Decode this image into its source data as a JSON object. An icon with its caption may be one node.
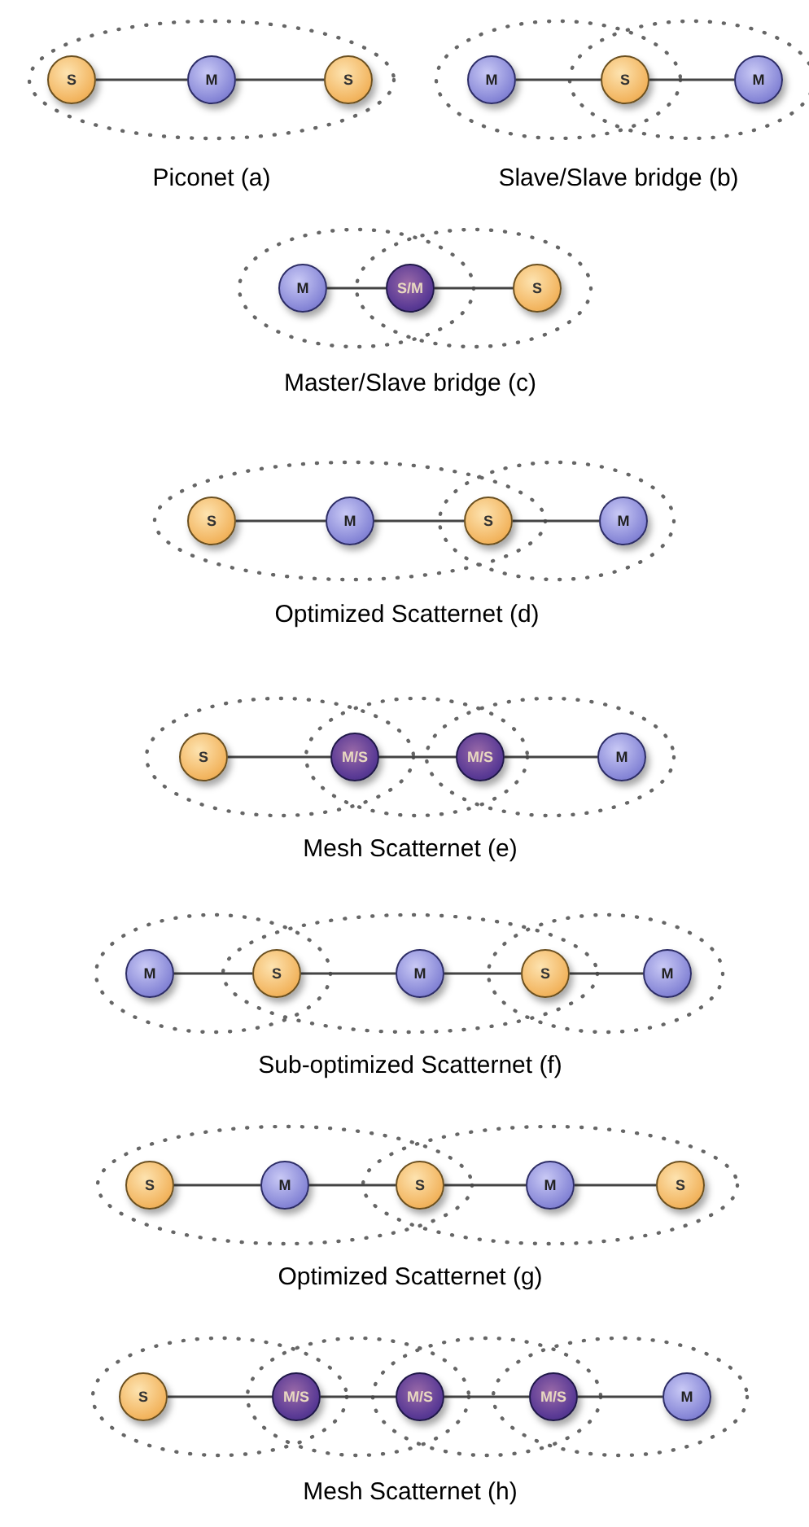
{
  "diagram": {
    "nodes": [
      {
        "text": [
          "S"
        ]
      },
      {
        "text": [
          "M"
        ]
      },
      {
        "text": [
          "S"
        ]
      },
      {
        "text": [
          "M"
        ]
      },
      {
        "text": [
          "S"
        ]
      },
      {
        "text": [
          "M"
        ]
      },
      {
        "text": [
          "M"
        ]
      },
      {
        "text": [
          "S/M"
        ]
      },
      {
        "text": [
          "S"
        ]
      },
      {
        "text": [
          "S"
        ]
      },
      {
        "text": [
          "M"
        ]
      },
      {
        "text": [
          "S"
        ]
      },
      {
        "text": [
          "M"
        ]
      },
      {
        "text": [
          "S"
        ]
      },
      {
        "text": [
          "M/S"
        ]
      },
      {
        "text": [
          "M/S"
        ]
      },
      {
        "text": [
          "M"
        ]
      },
      {
        "text": [
          "M"
        ]
      },
      {
        "text": [
          "S"
        ]
      },
      {
        "text": [
          "M"
        ]
      },
      {
        "text": [
          "S"
        ]
      },
      {
        "text": [
          "M"
        ]
      },
      {
        "text": [
          "S"
        ]
      },
      {
        "text": [
          "M"
        ]
      },
      {
        "text": [
          "S"
        ]
      },
      {
        "text": [
          "M"
        ]
      },
      {
        "text": [
          "S"
        ]
      },
      {
        "text": [
          "S"
        ]
      },
      {
        "text": [
          "M/S"
        ]
      },
      {
        "text": [
          "M/S"
        ]
      },
      {
        "text": [
          "M/S"
        ]
      },
      {
        "text": [
          "M"
        ]
      }
    ],
    "edges": [
      {
        "from": 0,
        "to": 1,
        "arrow": "none"
      },
      {
        "from": 1,
        "to": 2,
        "arrow": "none"
      },
      {
        "from": 3,
        "to": 4,
        "arrow": "none"
      },
      {
        "from": 4,
        "to": 5,
        "arrow": "none"
      },
      {
        "from": 6,
        "to": 7,
        "arrow": "none"
      },
      {
        "from": 7,
        "to": 8,
        "arrow": "none"
      },
      {
        "from": 9,
        "to": 10,
        "arrow": "none"
      },
      {
        "from": 10,
        "to": 11,
        "arrow": "none"
      },
      {
        "from": 11,
        "to": 12,
        "arrow": "none"
      },
      {
        "from": 13,
        "to": 14,
        "arrow": "none"
      },
      {
        "from": 14,
        "to": 15,
        "arrow": "none"
      },
      {
        "from": 15,
        "to": 16,
        "arrow": "none"
      },
      {
        "from": 17,
        "to": 18,
        "arrow": "none"
      },
      {
        "from": 18,
        "to": 19,
        "arrow": "none"
      },
      {
        "from": 19,
        "to": 20,
        "arrow": "none"
      },
      {
        "from": 20,
        "to": 21,
        "arrow": "none"
      },
      {
        "from": 22,
        "to": 23,
        "arrow": "none"
      },
      {
        "from": 23,
        "to": 24,
        "arrow": "none"
      },
      {
        "from": 24,
        "to": 25,
        "arrow": "none"
      },
      {
        "from": 25,
        "to": 26,
        "arrow": "none"
      },
      {
        "from": 27,
        "to": 28,
        "arrow": "none"
      },
      {
        "from": 28,
        "to": 29,
        "arrow": "none"
      },
      {
        "from": 29,
        "to": 30,
        "arrow": "none"
      },
      {
        "from": 30,
        "to": 31,
        "arrow": "none"
      }
    ],
    "labels": [
      "Piconet (a)",
      "Slave/Slave bridge (b)",
      "Master/Slave bridge (c)",
      "Optimized Scatternet (d)",
      "Mesh Scatternet (e)",
      "Sub-optimized Scatternet (f)",
      "Optimized Scatternet (g)",
      "Mesh Scatternet (h)"
    ]
  }
}
